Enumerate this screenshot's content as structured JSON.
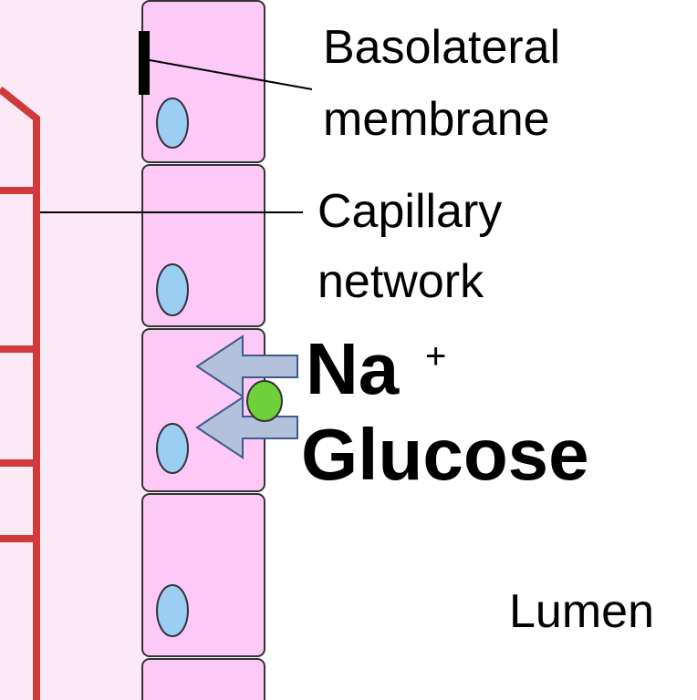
{
  "labels": {
    "basolateral_line1": "Basolateral",
    "basolateral_line2": "membrane",
    "capillary_line1": "Capillary",
    "capillary_line2": "network",
    "sodium": "Na",
    "sodium_charge": "+",
    "glucose": "Glucose",
    "lumen": "Lumen"
  },
  "colors": {
    "interstitial": "#fbe9f6",
    "capillary": "#d03a3a",
    "cell_fill": "#fdc9f7",
    "cell_border": "#333333",
    "nucleus": "#9ccdf3",
    "nucleus_border": "#333333",
    "arrow_fill": "#b3c1da",
    "arrow_border": "#3f5a8c",
    "transporter": "#6ed13a",
    "membrane_mark": "#000000"
  },
  "icons": {
    "arrow": "left-arrow-icon",
    "transporter": "circle-icon",
    "nucleus": "ellipse-icon"
  }
}
